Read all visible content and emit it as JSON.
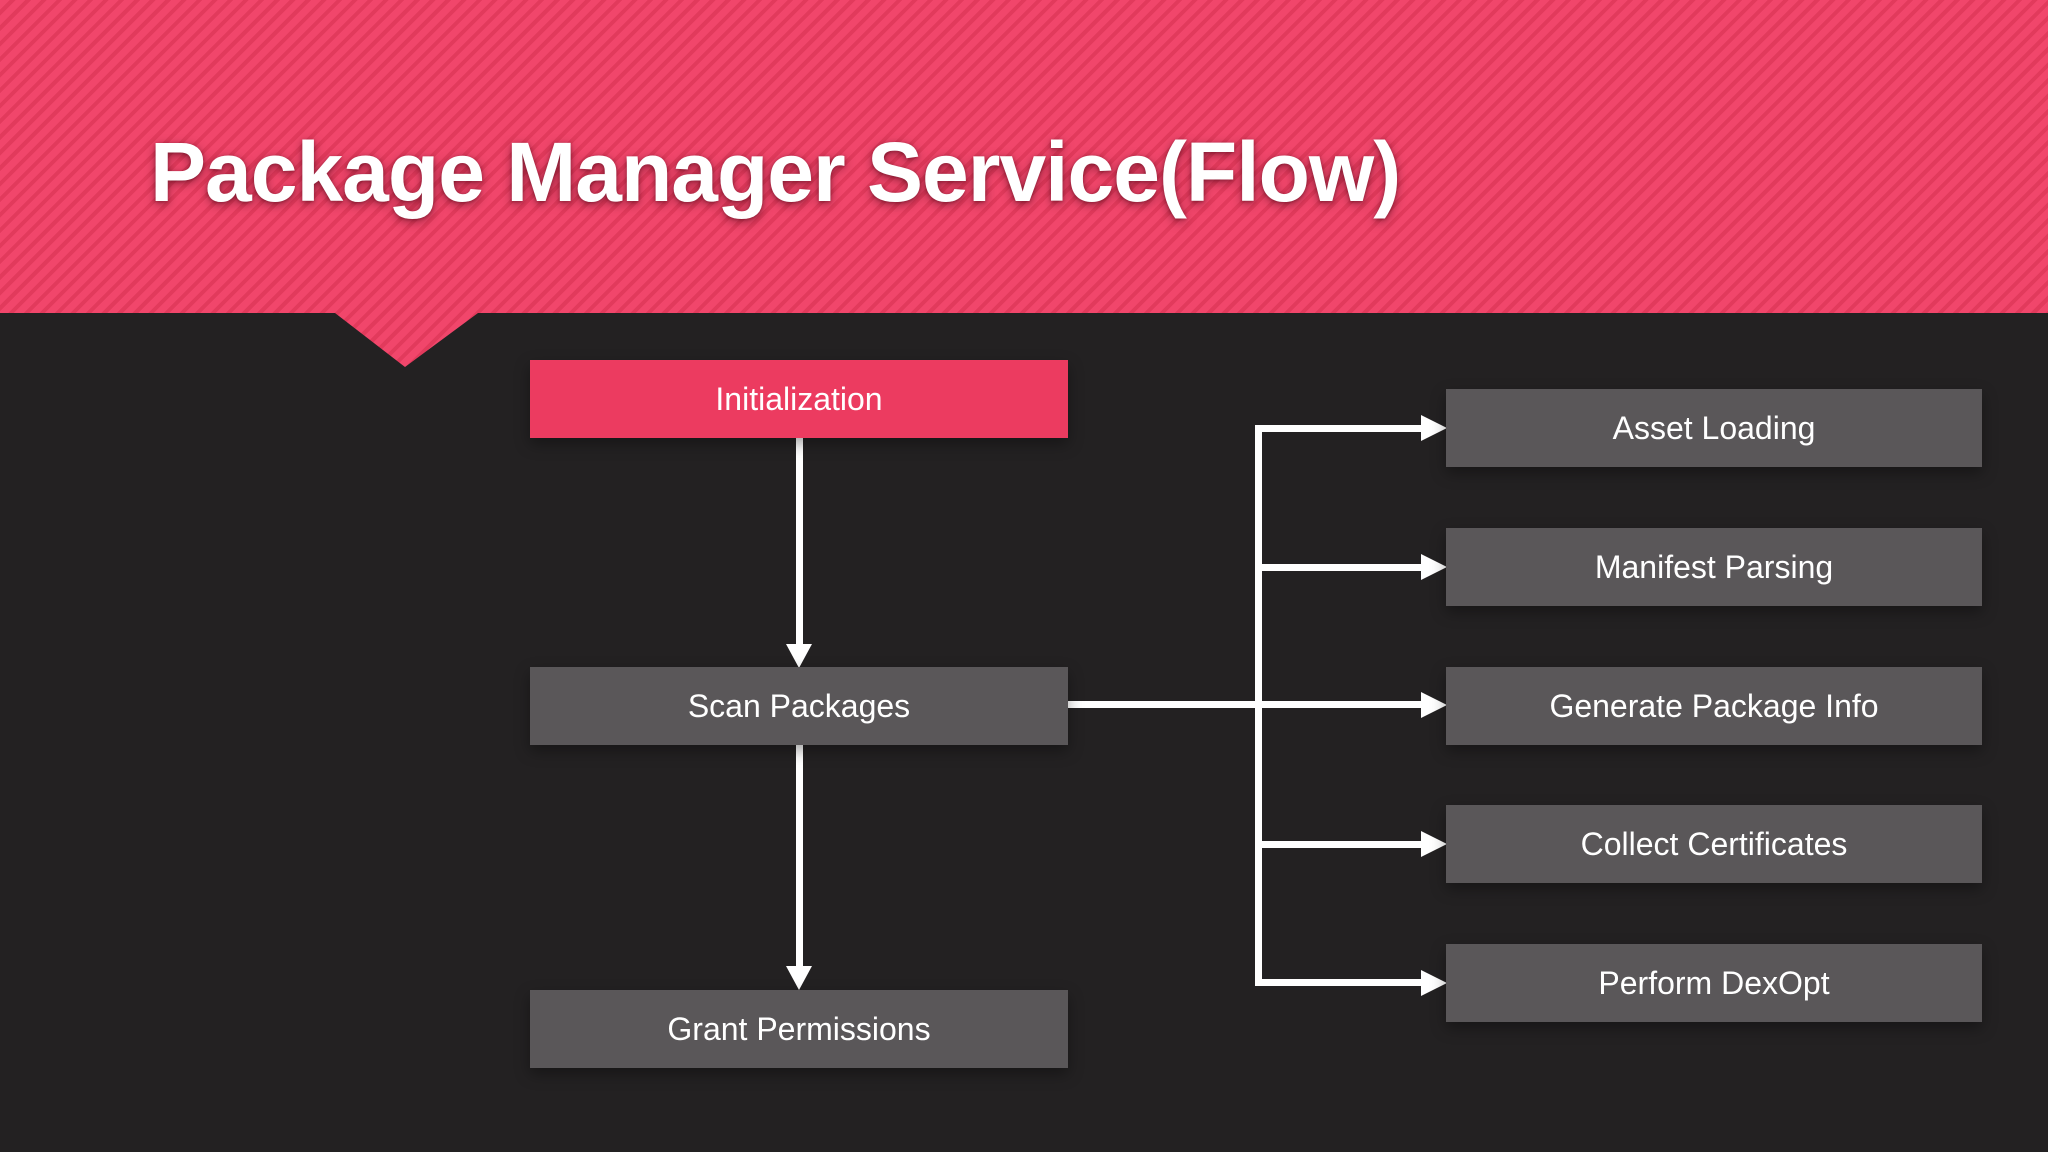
{
  "slide": {
    "title": "Package Manager Service(Flow)"
  },
  "diagram": {
    "left_nodes": [
      {
        "label": "Initialization",
        "variant": "accent"
      },
      {
        "label": "Scan Packages",
        "variant": "gray"
      },
      {
        "label": "Grant Permissions",
        "variant": "gray"
      }
    ],
    "right_nodes": [
      {
        "label": "Asset Loading"
      },
      {
        "label": "Manifest Parsing"
      },
      {
        "label": "Generate Package Info"
      },
      {
        "label": "Collect Certificates"
      },
      {
        "label": "Perform DexOpt"
      }
    ],
    "edges": [
      {
        "from": "Initialization",
        "to": "Scan Packages"
      },
      {
        "from": "Scan Packages",
        "to": "Grant Permissions"
      },
      {
        "from": "Scan Packages",
        "to": "Asset Loading"
      },
      {
        "from": "Scan Packages",
        "to": "Manifest Parsing"
      },
      {
        "from": "Scan Packages",
        "to": "Generate Package Info"
      },
      {
        "from": "Scan Packages",
        "to": "Collect Certificates"
      },
      {
        "from": "Scan Packages",
        "to": "Perform DexOpt"
      }
    ]
  },
  "colors": {
    "bg": "#232122",
    "stripe-light": "#f1466b",
    "stripe-dark": "#e23a5c",
    "accent-box": "#ec3b60",
    "gray-box": "#5a5759",
    "connector": "#ffffff",
    "text": "#ffffff"
  }
}
